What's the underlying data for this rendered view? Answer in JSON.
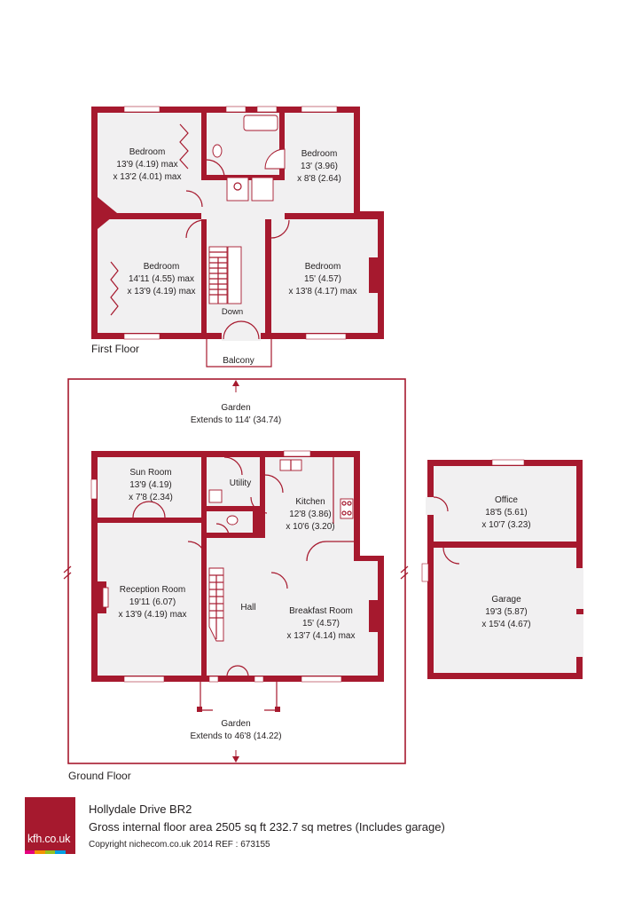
{
  "first_floor": {
    "label": "First Floor",
    "rooms": [
      {
        "name": "Bedroom",
        "dim1": "13'9 (4.19) max",
        "dim2": "x 13'2 (4.01) max"
      },
      {
        "name": "Bedroom",
        "dim1": "13' (3.96)",
        "dim2": "x 8'8 (2.64)"
      },
      {
        "name": "Bedroom",
        "dim1": "14'11 (4.55) max",
        "dim2": "x 13'9 (4.19) max"
      },
      {
        "name": "Bedroom",
        "dim1": "15' (4.57)",
        "dim2": "x 13'8 (4.17) max"
      }
    ],
    "stairs_label": "Down",
    "balcony_label": "Balcony"
  },
  "ground_floor": {
    "label": "Ground Floor",
    "garden_rear": {
      "name": "Garden",
      "extent": "Extends to 114' (34.74)"
    },
    "garden_front": {
      "name": "Garden",
      "extent": "Extends to 46'8 (14.22)"
    },
    "rooms": [
      {
        "name": "Sun Room",
        "dim1": "13'9 (4.19)",
        "dim2": "x 7'8 (2.34)"
      },
      {
        "name": "Utility"
      },
      {
        "name": "Kitchen",
        "dim1": "12'8 (3.86)",
        "dim2": "x 10'6 (3.20)"
      },
      {
        "name": "Reception Room",
        "dim1": "19'11 (6.07)",
        "dim2": "x 13'9 (4.19) max"
      },
      {
        "name": "Hall"
      },
      {
        "name": "Breakfast Room",
        "dim1": "15' (4.57)",
        "dim2": "x 13'7 (4.14) max"
      }
    ]
  },
  "outbuilding": {
    "rooms": [
      {
        "name": "Office",
        "dim1": "18'5 (5.61)",
        "dim2": "x 10'7 (3.23)"
      },
      {
        "name": "Garage",
        "dim1": "19'3 (5.87)",
        "dim2": "x 15'4 (4.67)"
      }
    ]
  },
  "footer": {
    "logo_text": "kfh.co.uk",
    "address": "Hollydale Drive  BR2",
    "area": "Gross internal floor area 2505 sq ft 232.7 sq metres (Includes garage)",
    "copyright": "Copyright nichecom.co.uk 2014    REF : 673155"
  },
  "colors": {
    "wall": "#a6192e",
    "floor": "#f1f0f1",
    "stripes": [
      "#e5007e",
      "#f39200",
      "#95c11f",
      "#009fe3"
    ]
  }
}
